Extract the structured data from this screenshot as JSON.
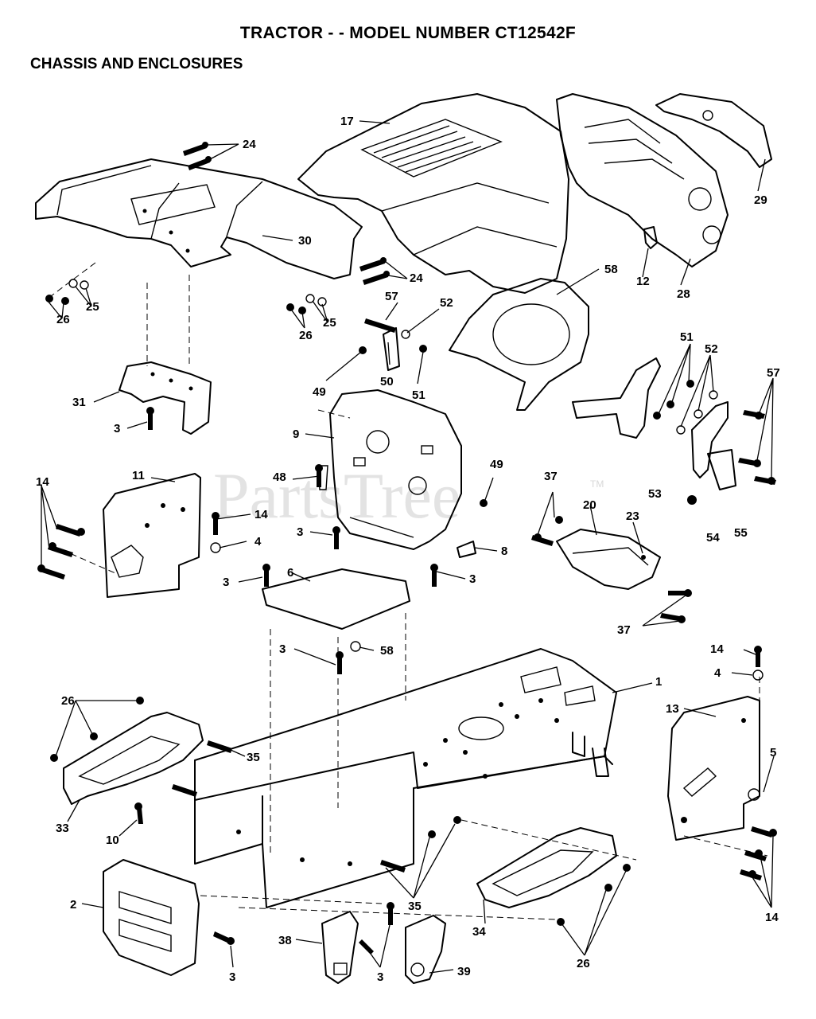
{
  "header": {
    "title": "TRACTOR - - MODEL NUMBER CT12542F",
    "subtitle": "CHASSIS AND ENCLOSURES"
  },
  "watermark": {
    "text": "PartsTree",
    "tm": "TM"
  },
  "callouts": [
    "1",
    "2",
    "3",
    "4",
    "5",
    "6",
    "8",
    "9",
    "10",
    "11",
    "12",
    "13",
    "14",
    "17",
    "20",
    "23",
    "24",
    "25",
    "26",
    "28",
    "29",
    "30",
    "31",
    "33",
    "34",
    "35",
    "37",
    "38",
    "39",
    "48",
    "49",
    "50",
    "51",
    "52",
    "53",
    "54",
    "55",
    "57",
    "58"
  ]
}
